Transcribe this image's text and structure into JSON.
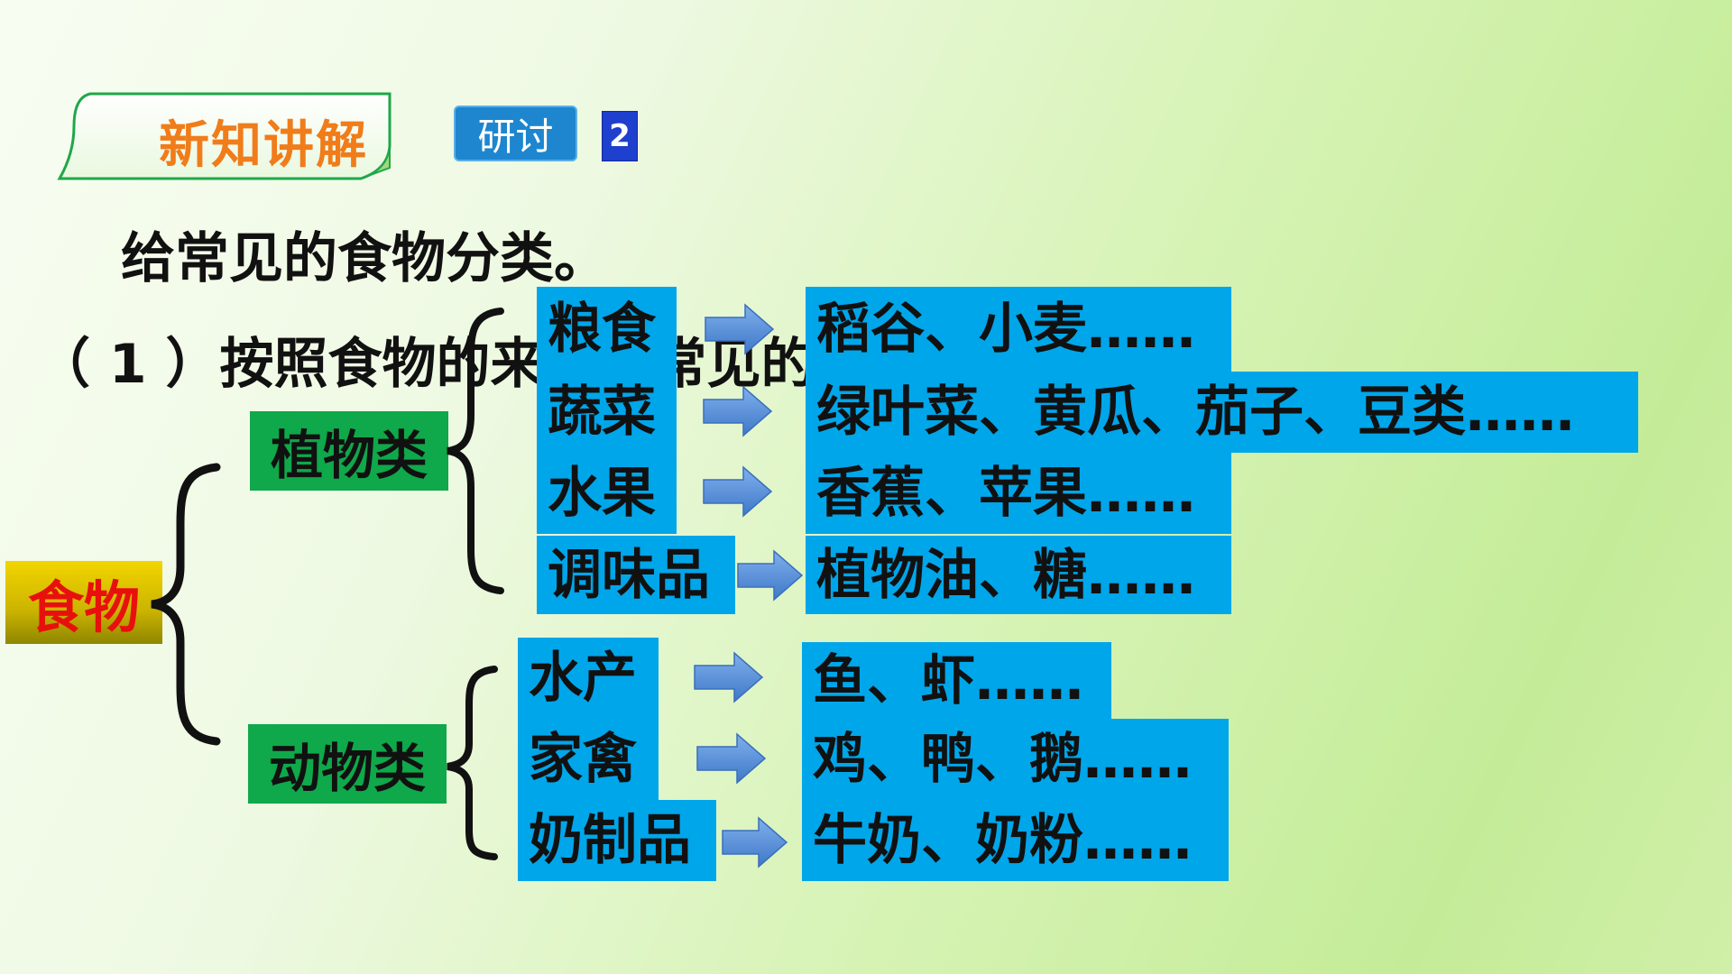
{
  "header": {
    "banner_label": "新知讲解",
    "tag_label": "研讨",
    "tag_number": "2"
  },
  "heading": "给常见的食物分类。",
  "subheading": "（ 1 ）按照食物的来源给常见的",
  "diagram": {
    "root": "食物",
    "plant": {
      "label": "植物类",
      "items": [
        {
          "category": "粮食",
          "examples": "稻谷、小麦……"
        },
        {
          "category": "蔬菜",
          "examples": "绿叶菜、黄瓜、茄子、豆类……"
        },
        {
          "category": "水果",
          "examples": "香蕉、苹果……"
        },
        {
          "category": "调味品",
          "examples": "植物油、糖……"
        }
      ]
    },
    "animal": {
      "label": "动物类",
      "items": [
        {
          "category": "水产",
          "examples": "鱼、虾……"
        },
        {
          "category": "家禽",
          "examples": "鸡、鸭、鹅……"
        },
        {
          "category": "奶制品",
          "examples": "牛奶、奶粉……"
        }
      ]
    }
  },
  "colors": {
    "box_blue": "#00a6ea",
    "green": "#0fa84a",
    "root_yellow": "#f2d500",
    "root_text_red": "#e8100c",
    "banner_orange": "#f07c1a",
    "arrow_blue": "#5a8fd6"
  }
}
